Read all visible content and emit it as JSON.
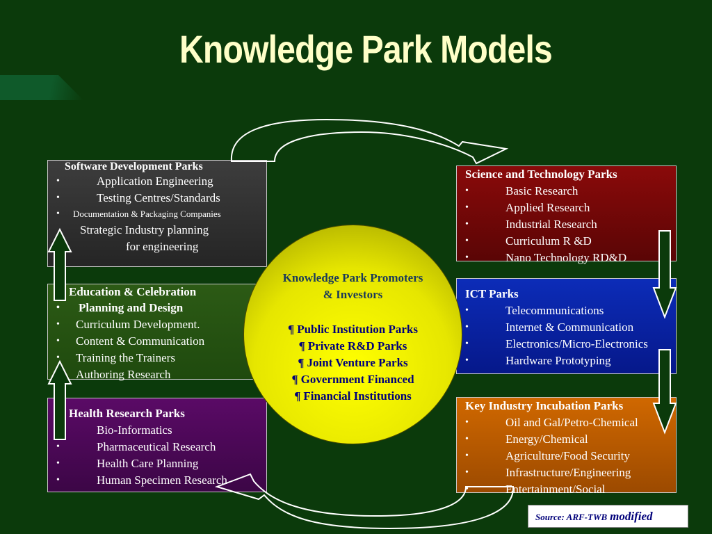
{
  "title": "Knowledge Park Models",
  "software": {
    "heading": "Software Development Parks",
    "items": [
      "Application Engineering",
      "Testing Centres/Standards",
      "Documentation & Packaging Companies"
    ],
    "extra_line1": "Strategic Industry planning",
    "extra_line2": "for engineering"
  },
  "education": {
    "heading": "Education & Celebration",
    "bold_item": "Planning and Design",
    "items": [
      "Curriculum Development.",
      "Content & Communication",
      "Training the Trainers",
      "Authoring Research"
    ]
  },
  "health": {
    "heading": "Health Research Parks",
    "items": [
      "Bio-Informatics",
      "Pharmaceutical Research",
      "Health Care Planning",
      "Human Specimen Research"
    ]
  },
  "science": {
    "heading": "Science and Technology Parks",
    "items": [
      "Basic Research",
      "Applied Research",
      "Industrial Research",
      "Curriculum R &D",
      "Nano Technology RD&D"
    ]
  },
  "ict": {
    "heading": "ICT Parks",
    "items": [
      "Telecommunications",
      "Internet & Communication",
      "Electronics/Micro-Electronics",
      "Hardware Prototyping"
    ]
  },
  "key_industry": {
    "heading": "Key Industry Incubation Parks",
    "items": [
      "Oil and Gal/Petro-Chemical",
      "Energy/Chemical",
      "Agriculture/Food Security",
      "Infrastructure/Engineering",
      "Entertainment/Social"
    ]
  },
  "center": {
    "line1": "Knowledge Park Promoters",
    "line2": "& Investors",
    "marker": "¶",
    "items": [
      "Public Institution Parks",
      "Private R&D Parks",
      "Joint Venture Parks",
      "Government Financed",
      "Financial Institutions"
    ]
  },
  "source": {
    "label": "Source: ARF-TWB",
    "modifier": "modified"
  },
  "colors": {
    "background": "#0b3a0b",
    "title": "#ffffc8",
    "software_box": "#2f2f2f",
    "education_box": "#254f12",
    "health_box": "#4a0855",
    "science_box": "#740808",
    "ict_box": "#0a22a0",
    "key_industry_box": "#b85a00",
    "center_circle": "#ffff00"
  }
}
